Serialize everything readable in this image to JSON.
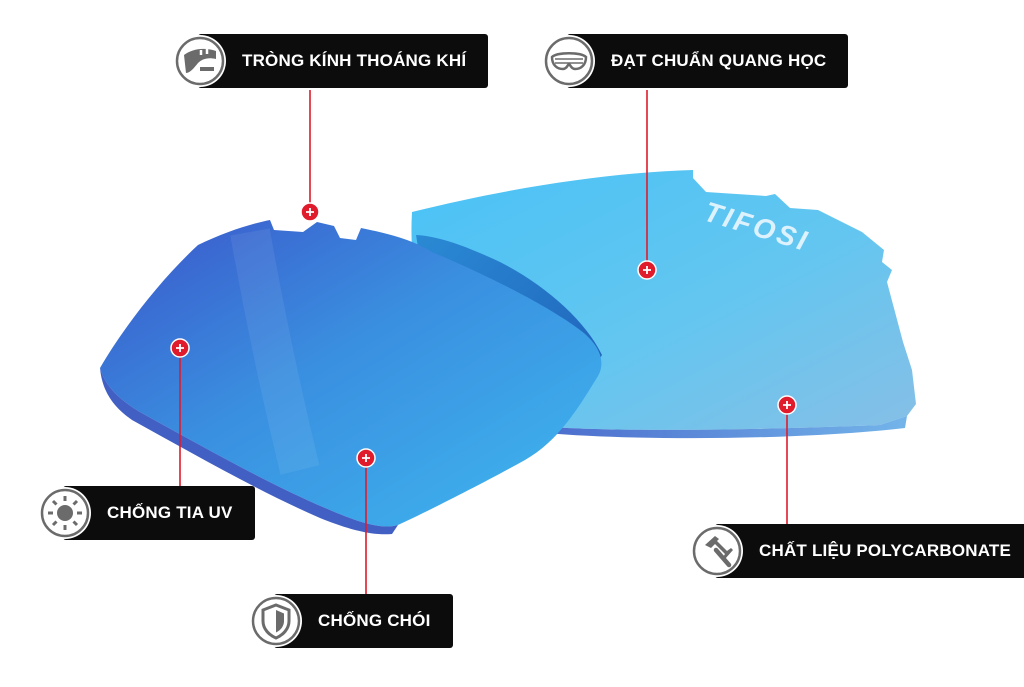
{
  "brand_mark": "TIFOSI",
  "features": [
    {
      "label": "TRÒNG KÍNH THOÁNG KHÍ",
      "icon": "vented-lens-icon"
    },
    {
      "label": "ĐẠT CHUẨN QUANG HỌC",
      "icon": "optical-lens-icon"
    },
    {
      "label": "CHỐNG TIA UV",
      "icon": "sun-uv-icon"
    },
    {
      "label": "CHỐNG CHÓI",
      "icon": "shield-icon"
    },
    {
      "label": "CHẤT LIỆU POLYCARBONATE",
      "icon": "hammer-icon"
    }
  ],
  "colors": {
    "callout_bg": "#0c0c0c",
    "callout_text": "#ffffff",
    "marker": "#e01b2c",
    "icon_gray": "#6b6b6b",
    "lens_light": "#54c6f5",
    "lens_dark": "#2b5bc8"
  }
}
